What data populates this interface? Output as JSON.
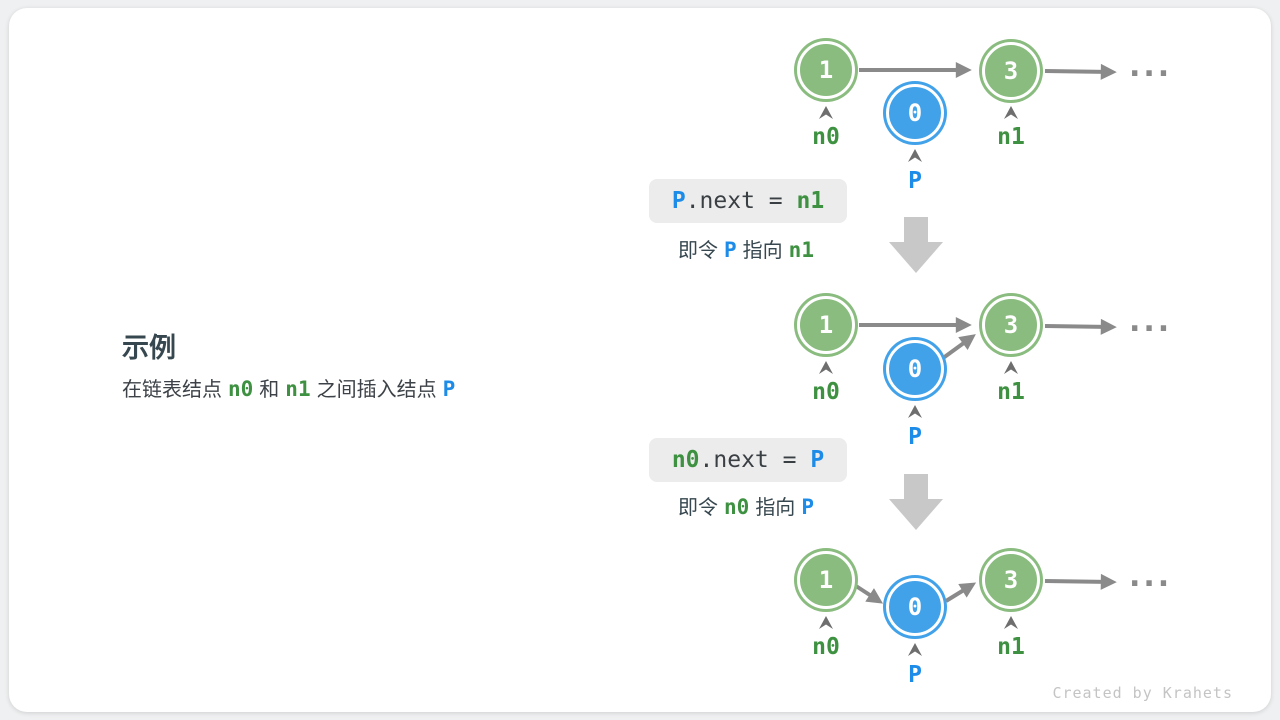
{
  "example": {
    "title": "示例",
    "desc_p1": "在链表结点",
    "desc_c1": "n0",
    "desc_p2": "和",
    "desc_c2": "n1",
    "desc_p3": "之间插入结点",
    "desc_c3": "P"
  },
  "node_values": {
    "n0": "1",
    "p": "0",
    "n1": "3"
  },
  "node_labels": {
    "n0": "n0",
    "p": "P",
    "n1": "n1"
  },
  "ellipsis": "...",
  "step1": {
    "code_var1": "P",
    "code_mid": ".next = ",
    "code_var2": "n1",
    "cap_pre": "即令",
    "cap_var1": "P",
    "cap_mid": "指向",
    "cap_var2": "n1"
  },
  "step2": {
    "code_var1": "n0",
    "code_mid": ".next = ",
    "code_var2": "P",
    "cap_pre": "即令",
    "cap_var1": "n0",
    "cap_mid": "指向",
    "cap_var2": "P"
  },
  "watermark": "Created by Krahets",
  "colors": {
    "green_node": "#8abc7f",
    "blue_node": "#42a2e9",
    "green_text": "#3f9142",
    "blue_text": "#1d8ce8",
    "arrow": "#8a8a8a",
    "caret": "#6e6e6e",
    "block_arrow": "#c8c8c8",
    "code_bg": "#ececec",
    "text_dark": "#37474f",
    "watermark_gray": "#c4c4c4"
  }
}
